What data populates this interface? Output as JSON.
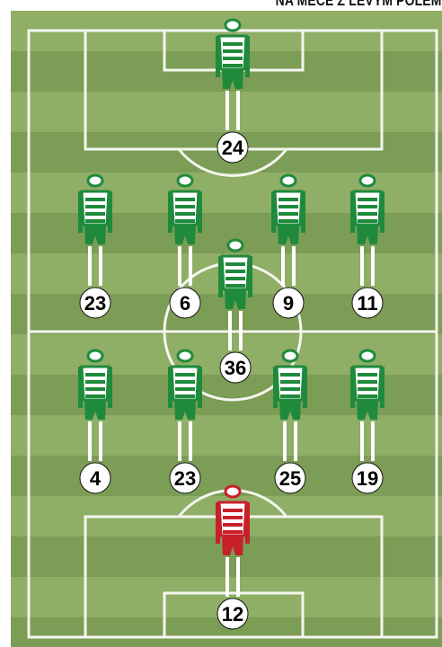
{
  "header": {
    "title": "NA MECE Z LEVYM POLEM"
  },
  "colors": {
    "outfield_kit": "#1f8a3c",
    "goalkeeper_kit": "#c8202a",
    "pitch_light": "#8fae66",
    "pitch_dark": "#7c9d55",
    "lines": "#f4f6ef"
  },
  "players": [
    {
      "number": "24",
      "role": "outfield"
    },
    {
      "number": "23",
      "role": "outfield"
    },
    {
      "number": "6",
      "role": "outfield"
    },
    {
      "number": "36",
      "role": "outfield"
    },
    {
      "number": "9",
      "role": "outfield"
    },
    {
      "number": "11",
      "role": "outfield"
    },
    {
      "number": "4",
      "role": "outfield"
    },
    {
      "number": "23",
      "role": "outfield"
    },
    {
      "number": "25",
      "role": "outfield"
    },
    {
      "number": "19",
      "role": "outfield"
    },
    {
      "number": "12",
      "role": "goalkeeper"
    }
  ]
}
